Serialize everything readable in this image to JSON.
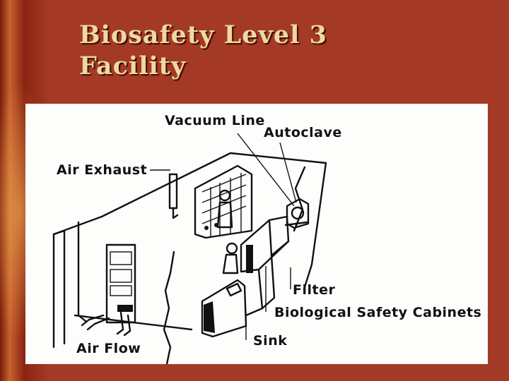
{
  "slide": {
    "title_line1": "Biosafety Level 3",
    "title_line2": "Facility"
  },
  "diagram": {
    "labels": {
      "vacuum_line": "Vacuum Line",
      "autoclave": "Autoclave",
      "air_exhaust": "Air Exhaust",
      "filter": "Filter",
      "biological_safety_cabinets": "Biological Safety Cabinets",
      "sink": "Sink",
      "air_flow": "Air Flow"
    }
  },
  "colors": {
    "background": "#a43a26",
    "title_text": "#efd9a0",
    "panel": "#fdfdfb",
    "ink": "#111111"
  }
}
